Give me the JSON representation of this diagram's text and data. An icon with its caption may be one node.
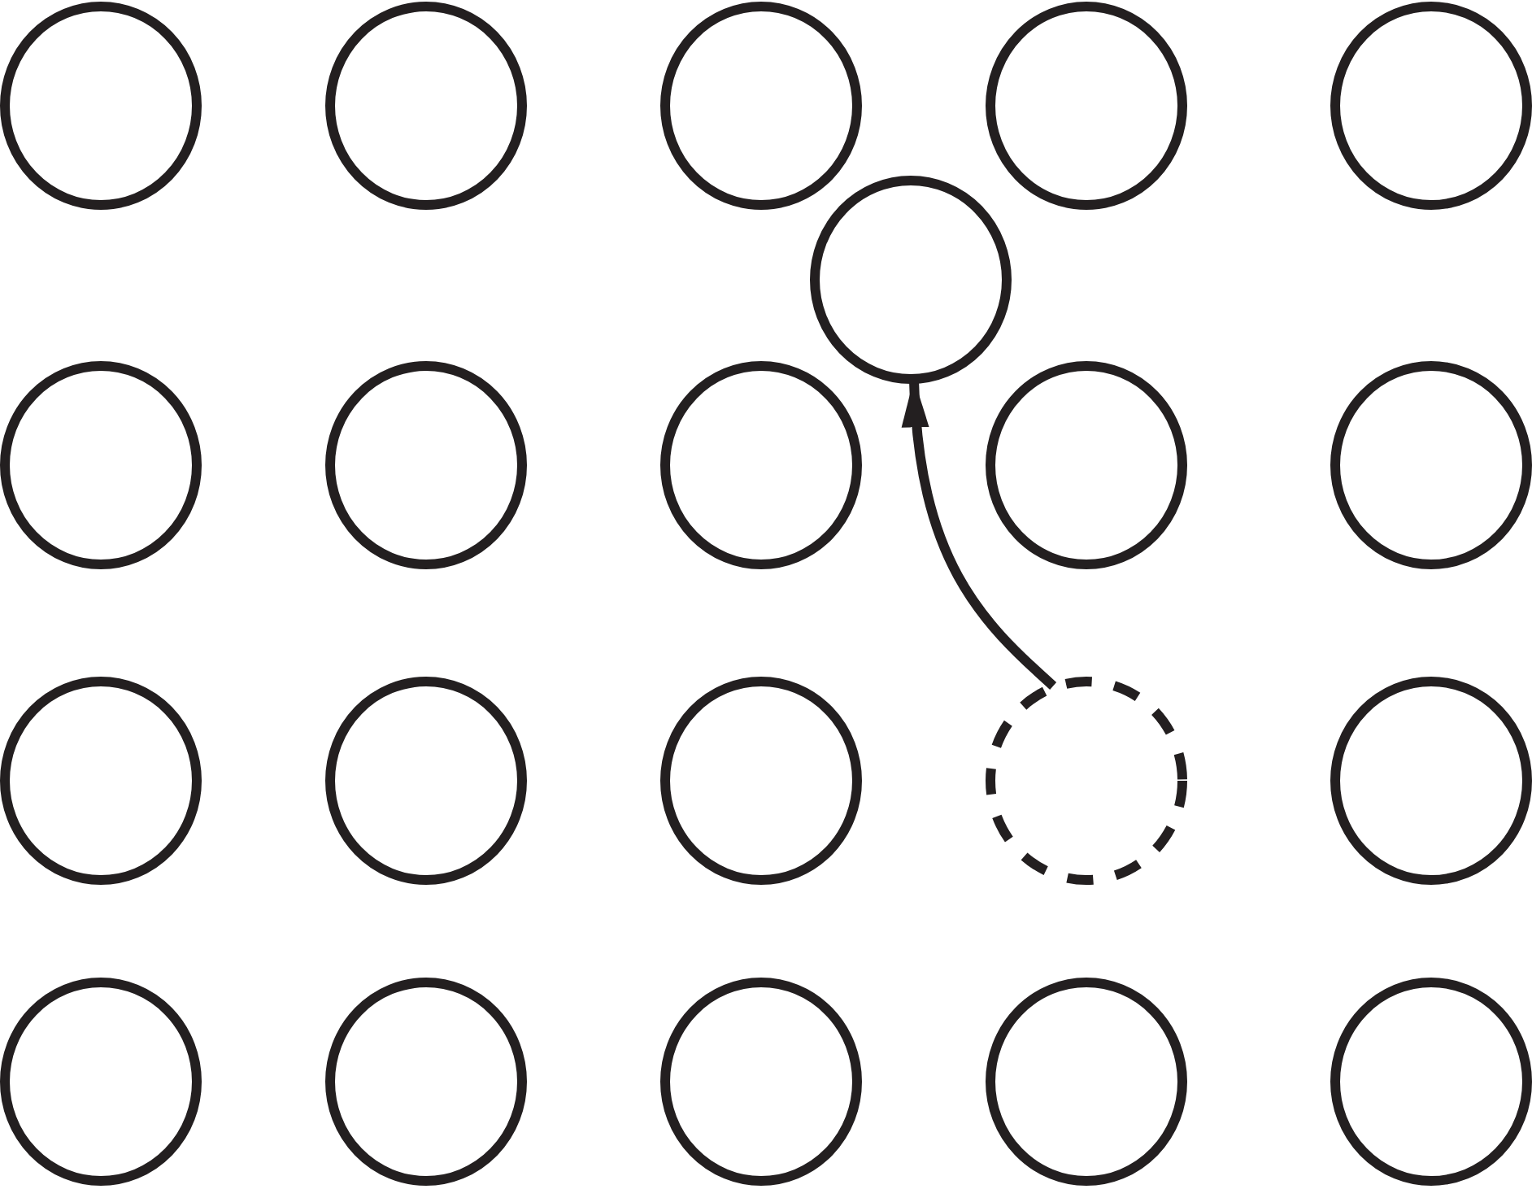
{
  "diagram": {
    "nodes": [
      {
        "text": [],
        "shape": "circle"
      },
      {
        "text": [],
        "shape": "circle"
      },
      {
        "text": [],
        "shape": "circle"
      },
      {
        "text": [],
        "shape": "circle"
      },
      {
        "text": [],
        "shape": "circle"
      },
      {
        "text": [],
        "shape": "circle"
      },
      {
        "text": [],
        "shape": "circle"
      },
      {
        "text": [],
        "shape": "circle"
      },
      {
        "text": [],
        "shape": "circle"
      },
      {
        "text": [],
        "shape": "circle"
      },
      {
        "text": [],
        "shape": "circle"
      },
      {
        "text": [],
        "shape": "circle"
      },
      {
        "text": [],
        "shape": "circle"
      },
      {
        "text": [],
        "shape": "circle"
      },
      {
        "text": [],
        "shape": "dashed-circle"
      },
      {
        "text": [],
        "shape": "circle"
      },
      {
        "text": [],
        "shape": "circle"
      },
      {
        "text": [],
        "shape": "circle"
      },
      {
        "text": [],
        "shape": "circle"
      },
      {
        "text": [],
        "shape": "circle"
      },
      {
        "text": [],
        "shape": "circle"
      }
    ],
    "edges": [
      {
        "from": 14,
        "to": 5,
        "arrow": "to"
      }
    ]
  }
}
